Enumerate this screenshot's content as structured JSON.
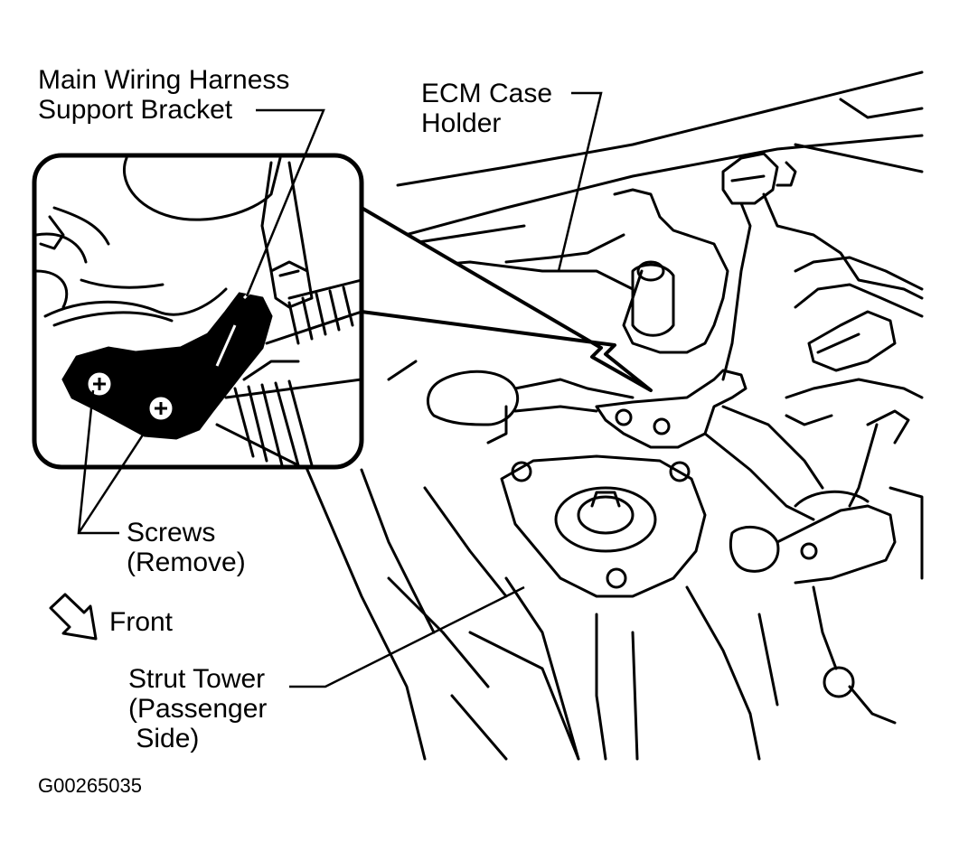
{
  "labels": {
    "harness_bracket_line1": "Main Wiring Harness",
    "harness_bracket_line2": "Support Bracket",
    "ecm_line1": "ECM Case",
    "ecm_line2": "Holder",
    "screws_line1": "Screws",
    "screws_line2": "(Remove)",
    "front": "Front",
    "strut_line1": "Strut Tower",
    "strut_line2": "(Passenger",
    "strut_line3": " Side)",
    "figure_id": "G00265035"
  },
  "colors": {
    "ink": "#000000",
    "paper": "#ffffff"
  },
  "icons": [
    "front-arrow-icon",
    "screw-icon",
    "nut-icon",
    "connector-icon"
  ]
}
